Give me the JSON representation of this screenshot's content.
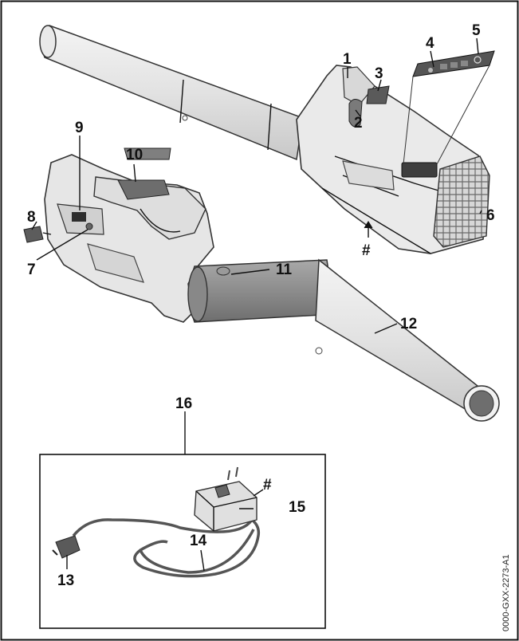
{
  "figure": {
    "callouts": {
      "c1": "1",
      "c2": "2",
      "c3": "3",
      "c4": "4",
      "c5": "5",
      "c6": "6",
      "c7": "7",
      "c8": "8",
      "c9": "9",
      "c10": "10",
      "c11": "11",
      "c12": "12",
      "c13": "13",
      "c14": "14",
      "c15": "15",
      "c16": "16",
      "hash_blower": "#",
      "hash_charger": "#"
    },
    "document_id": "0000-GXX-2273-A1"
  }
}
